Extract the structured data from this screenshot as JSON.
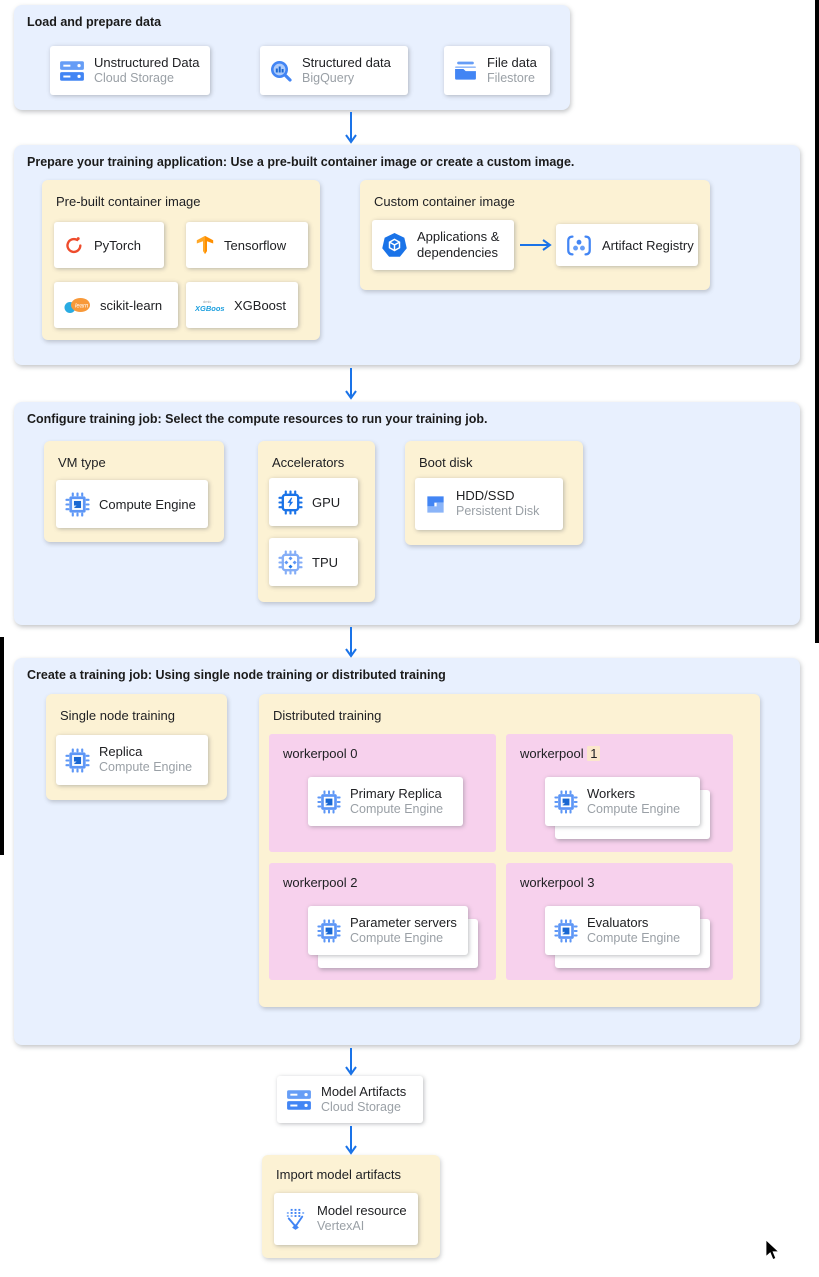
{
  "palette": {
    "section_bg": "#e8f0fe",
    "group_bg": "#fcf2d4",
    "pool_bg": "#f7d1ed",
    "arrow_blue": "#1a73e8",
    "label_dark": "#202124",
    "label_gray": "#9aa0a6",
    "num_highlight": "#fbe7cc"
  },
  "s1": {
    "title": "Load and prepare data",
    "cards": [
      {
        "label": "Unstructured Data",
        "sub": "Cloud Storage",
        "icon": "cloud-storage-icon"
      },
      {
        "label": "Structured data",
        "sub": "BigQuery",
        "icon": "bigquery-icon"
      },
      {
        "label": "File data",
        "sub": "Filestore",
        "icon": "filestore-icon"
      }
    ]
  },
  "s2": {
    "title": "Prepare your training application: Use a pre-built container image or create a custom image.",
    "prebuilt": {
      "title": "Pre-built container image",
      "cards": [
        {
          "label": "PyTorch",
          "icon": "pytorch-icon"
        },
        {
          "label": "Tensorflow",
          "icon": "tensorflow-icon"
        },
        {
          "label": "scikit-learn",
          "icon": "scikit-learn-icon"
        },
        {
          "label": "XGBoost",
          "icon": "xgboost-icon"
        }
      ]
    },
    "custom": {
      "title": "Custom container image",
      "cards": [
        {
          "label": "Applications & dependencies",
          "icon": "applications-dependencies-icon"
        },
        {
          "label": "Artifact Registry",
          "icon": "artifact-registry-icon"
        }
      ]
    }
  },
  "s3": {
    "title": "Configure training job: Select the compute resources to run your training job.",
    "vm": {
      "title": "VM type",
      "card": {
        "label": "Compute Engine",
        "icon": "compute-engine-icon"
      }
    },
    "accelerators": {
      "title": "Accelerators",
      "cards": [
        {
          "label": "GPU",
          "icon": "gpu-chip-icon"
        },
        {
          "label": "TPU",
          "icon": "tpu-chip-icon"
        }
      ]
    },
    "boot": {
      "title": "Boot disk",
      "card": {
        "label": "HDD/SSD",
        "sub": "Persistent Disk",
        "icon": "persistent-disk-icon"
      }
    }
  },
  "s4": {
    "title": "Create a training job: Using single node training or distributed training",
    "single": {
      "title": "Single node training",
      "card": {
        "label": "Replica",
        "sub": "Compute Engine",
        "icon": "compute-engine-icon"
      }
    },
    "distributed": {
      "title": "Distributed training",
      "pools": [
        {
          "prefix": "workerpool",
          "num": "0",
          "card": {
            "label": "Primary Replica",
            "sub": "Compute Engine"
          }
        },
        {
          "prefix": "workerpool",
          "num": "1",
          "card": {
            "label": "Workers",
            "sub": "Compute Engine"
          }
        },
        {
          "prefix": "workerpool",
          "num": "2",
          "card": {
            "label": "Parameter servers",
            "sub": "Compute Engine"
          }
        },
        {
          "prefix": "workerpool",
          "num": "3",
          "card": {
            "label": "Evaluators",
            "sub": "Compute Engine"
          }
        }
      ]
    }
  },
  "model_artifacts": {
    "label": "Model Artifacts",
    "sub": "Cloud Storage",
    "icon": "cloud-storage-icon"
  },
  "import_box": {
    "title": "Import model artifacts",
    "card": {
      "label": "Model resource",
      "sub": "VertexAI",
      "icon": "vertex-ai-model-icon"
    }
  }
}
